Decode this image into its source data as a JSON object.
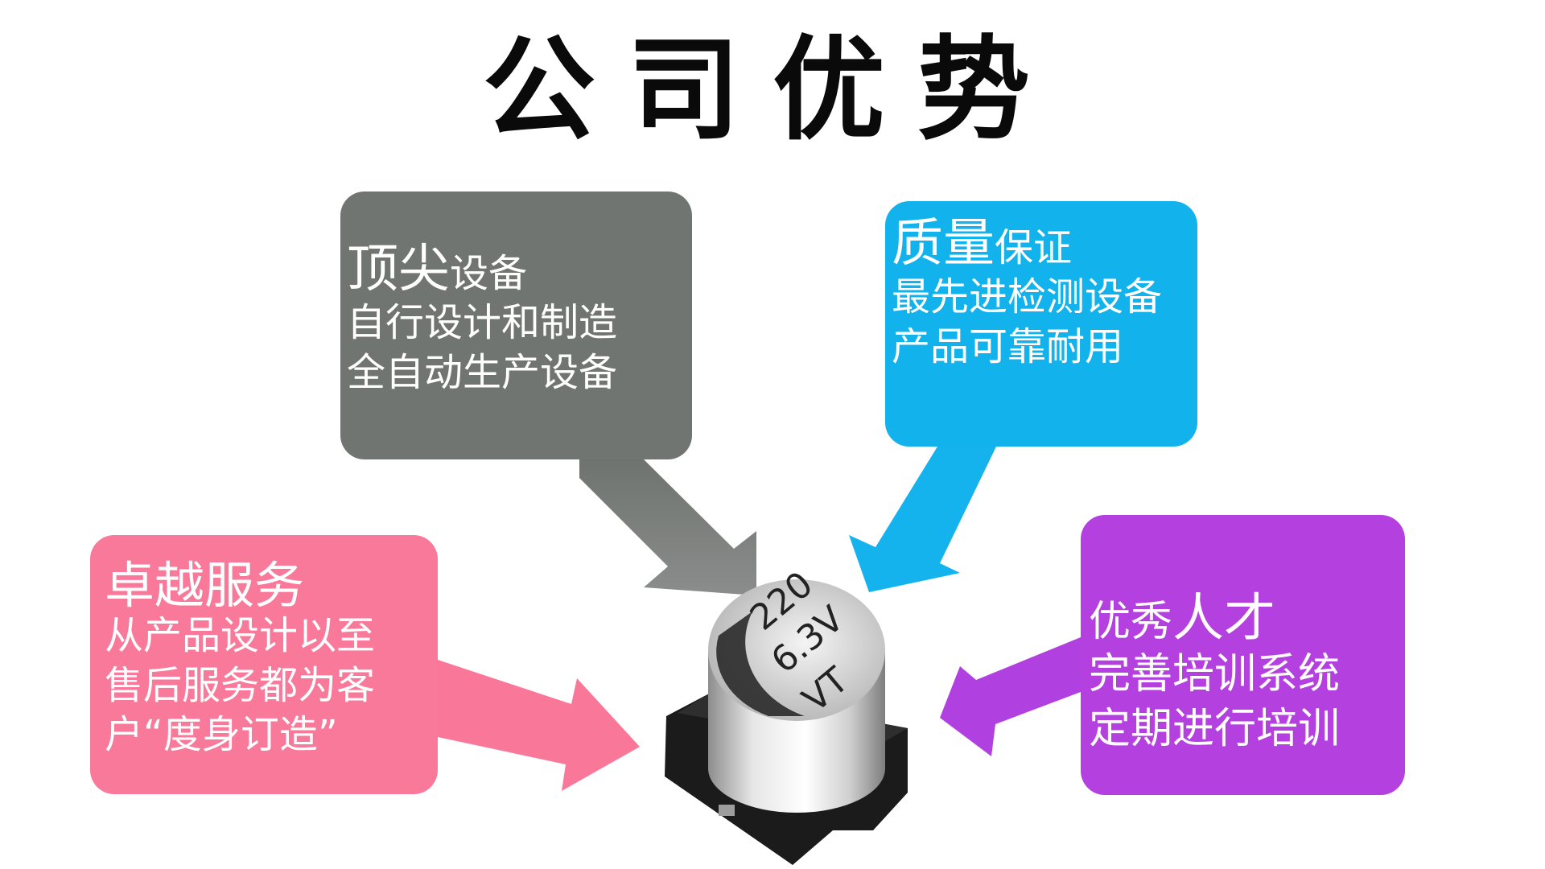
{
  "title": "公司优势",
  "gray_box": {
    "heading_big": "顶尖",
    "heading_small": "设备",
    "lines": [
      "自行设计和制造",
      "全自动生产设备"
    ]
  },
  "blue_box": {
    "heading_big": "质量",
    "heading_small": "保证",
    "lines": [
      "最先进检测设备",
      "产品可靠耐用"
    ]
  },
  "pink_box": {
    "heading": "卓越服务",
    "lines": [
      "从产品设计以至",
      "售后服务都为客",
      "户“度身订造”"
    ]
  },
  "purple_box": {
    "heading_small": "优秀",
    "heading_big": "人才",
    "lines": [
      "完善培训系统",
      "定期进行培训"
    ]
  },
  "capacitor": {
    "line1": "220",
    "line2": "6.3V",
    "line3": "VT"
  },
  "colors": {
    "gray": "#717572",
    "blue": "#12b2ec",
    "pink": "#f9799a",
    "purple": "#b440df"
  }
}
